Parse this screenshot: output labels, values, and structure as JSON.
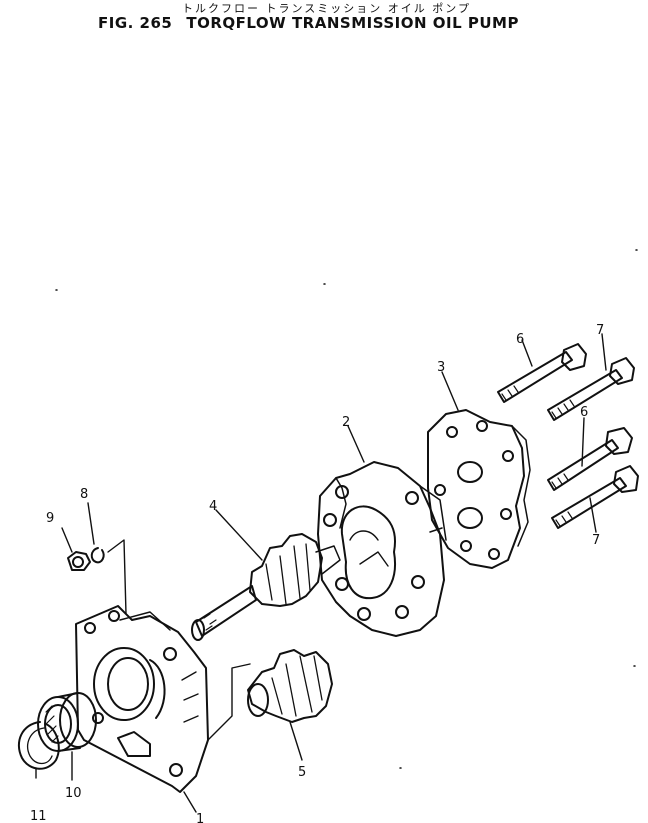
{
  "header": {
    "japanese_title": "トルクフロー トランスミッション オイル ポンプ",
    "figure_number": "FIG. 265",
    "figure_title": "TORQFLOW TRANSMISSION OIL PUMP"
  },
  "callouts": [
    "1",
    "2",
    "3",
    "4",
    "5",
    "6",
    "7",
    "6",
    "7",
    "8",
    "9",
    "10",
    "11"
  ],
  "parts": [
    {
      "callout": "1",
      "part": "pump-body"
    },
    {
      "callout": "2",
      "part": "gear-case"
    },
    {
      "callout": "3",
      "part": "cover"
    },
    {
      "callout": "4",
      "part": "drive-gear-shaft"
    },
    {
      "callout": "5",
      "part": "driven-gear"
    },
    {
      "callout": "6",
      "part": "bolt"
    },
    {
      "callout": "7",
      "part": "bolt"
    },
    {
      "callout": "8",
      "part": "washer"
    },
    {
      "callout": "9",
      "part": "nut"
    },
    {
      "callout": "10",
      "part": "bearing"
    },
    {
      "callout": "11",
      "part": "snap-ring"
    }
  ]
}
